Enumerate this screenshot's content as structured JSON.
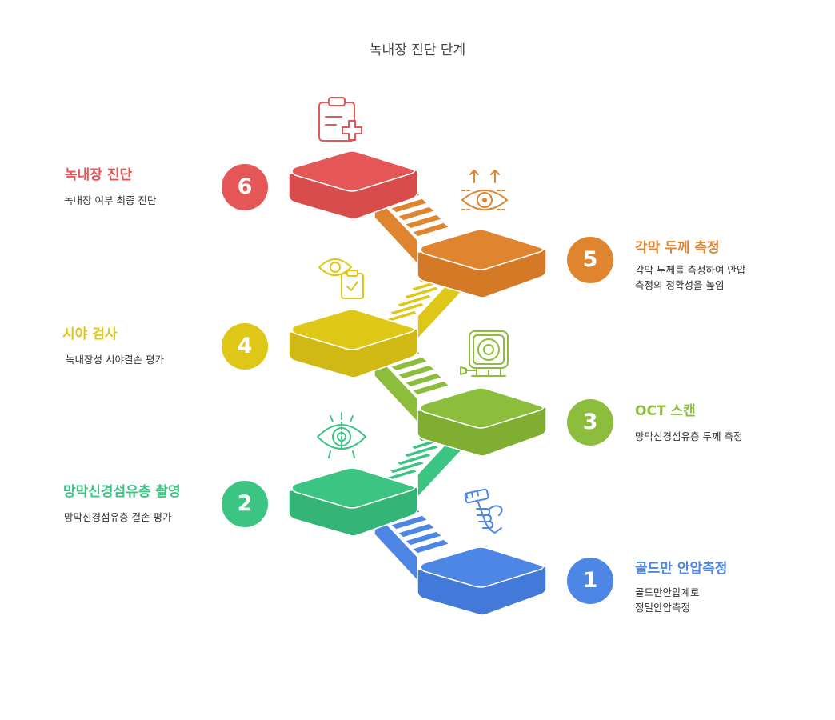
{
  "title": "녹내장 진단 단계",
  "colors": {
    "step1": "#4E86E6",
    "step2": "#3CC483",
    "step3": "#8DBD3C",
    "step4": "#DFC717",
    "step5": "#E0852F",
    "step6": "#E55757"
  },
  "steps": [
    {
      "number": "1",
      "title": "골드만 안압측정",
      "desc": "골드만안압계로\n정밀안압측정",
      "icon": "tonometer-hand-icon"
    },
    {
      "number": "2",
      "title": "망막신경섬유층 촬영",
      "desc": "망막신경섬유층 결손 평가",
      "icon": "eye-scan-icon"
    },
    {
      "number": "3",
      "title": "OCT 스캔",
      "desc": "망막신경섬유층 두께 측정",
      "icon": "oct-device-icon"
    },
    {
      "number": "4",
      "title": "시야 검사",
      "desc": "녹내장성 시야결손 평가",
      "icon": "eye-clipboard-icon"
    },
    {
      "number": "5",
      "title": "각막 두께 측정",
      "desc": "각막 두께를 측정하여 안압\n측정의 정확성을 높임",
      "icon": "eye-measure-icon"
    },
    {
      "number": "6",
      "title": "녹내장 진단",
      "desc": "녹내장 여부 최종 진단",
      "icon": "medical-clipboard-icon"
    }
  ]
}
